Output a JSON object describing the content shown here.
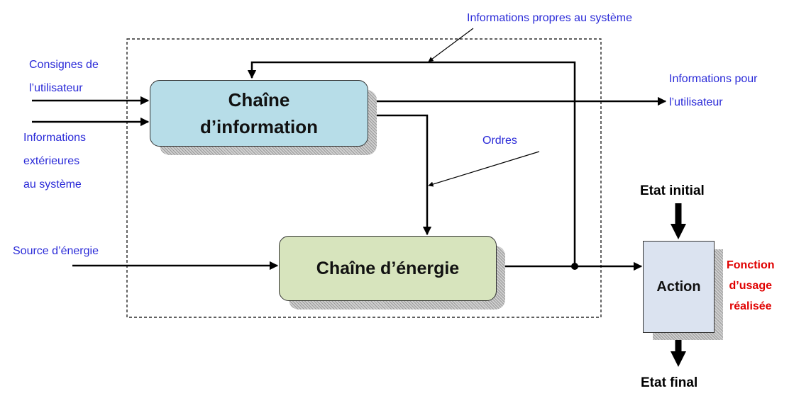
{
  "diagram": {
    "left_inputs": {
      "consignes": "Consignes de\nl’utilisateur",
      "informations_exterieures": "Informations\nextérieures\nau système",
      "source_energie": "Source d’énergie"
    },
    "top_label": "Informations propres au système",
    "right_output_label": "Informations pour\nl’utilisateur",
    "ordres_label": "Ordres",
    "chaine_information": "Chaîne\nd’information",
    "chaine_energie": "Chaîne d’énergie",
    "action": {
      "label": "Action",
      "etat_initial": "Etat initial",
      "etat_final": "Etat final",
      "fonction": "Fonction\nd’usage\nréalisée"
    }
  },
  "colors": {
    "label_blue": "#2a2ad8",
    "function_red": "#e00000",
    "info_box": "#b7dde8",
    "energy_box": "#d7e4bd",
    "action_box": "#dbe3f0"
  }
}
